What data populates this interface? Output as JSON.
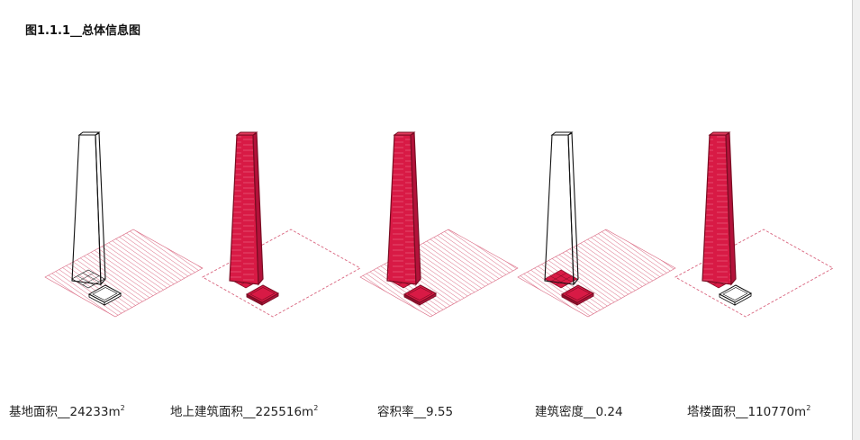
{
  "figure": {
    "title": "图1.1.1__总体信息图"
  },
  "colors": {
    "accent_red": "#d81a45",
    "accent_dark": "#7a0c22",
    "hatch_red": "#d9657f",
    "outline_black": "#111111"
  },
  "panels": [
    {
      "id": "site-area",
      "label_prefix": "基地面积__",
      "value": "24233",
      "unit": "m",
      "unit_sup": "2",
      "tower_filled": false,
      "site_hatched": true,
      "footprint_filled": false,
      "podium_filled": false
    },
    {
      "id": "gross-floor-area",
      "label_prefix": "地上建筑面积__",
      "value": "225516",
      "unit": "m",
      "unit_sup": "2",
      "tower_filled": true,
      "site_hatched": false,
      "footprint_filled": true,
      "podium_filled": true
    },
    {
      "id": "plot-ratio",
      "label_prefix": "容积率__",
      "value": "9.55",
      "unit": "",
      "unit_sup": "",
      "tower_filled": true,
      "site_hatched": true,
      "footprint_filled": true,
      "podium_filled": true
    },
    {
      "id": "building-density",
      "label_prefix": "建筑密度__",
      "value": "0.24",
      "unit": "",
      "unit_sup": "",
      "tower_filled": false,
      "site_hatched": true,
      "footprint_filled": true,
      "podium_filled": true
    },
    {
      "id": "tower-area",
      "label_prefix": "塔楼面积__",
      "value": "110770",
      "unit": "m",
      "unit_sup": "2",
      "tower_filled": true,
      "site_hatched": false,
      "footprint_filled": true,
      "podium_filled": false
    }
  ]
}
